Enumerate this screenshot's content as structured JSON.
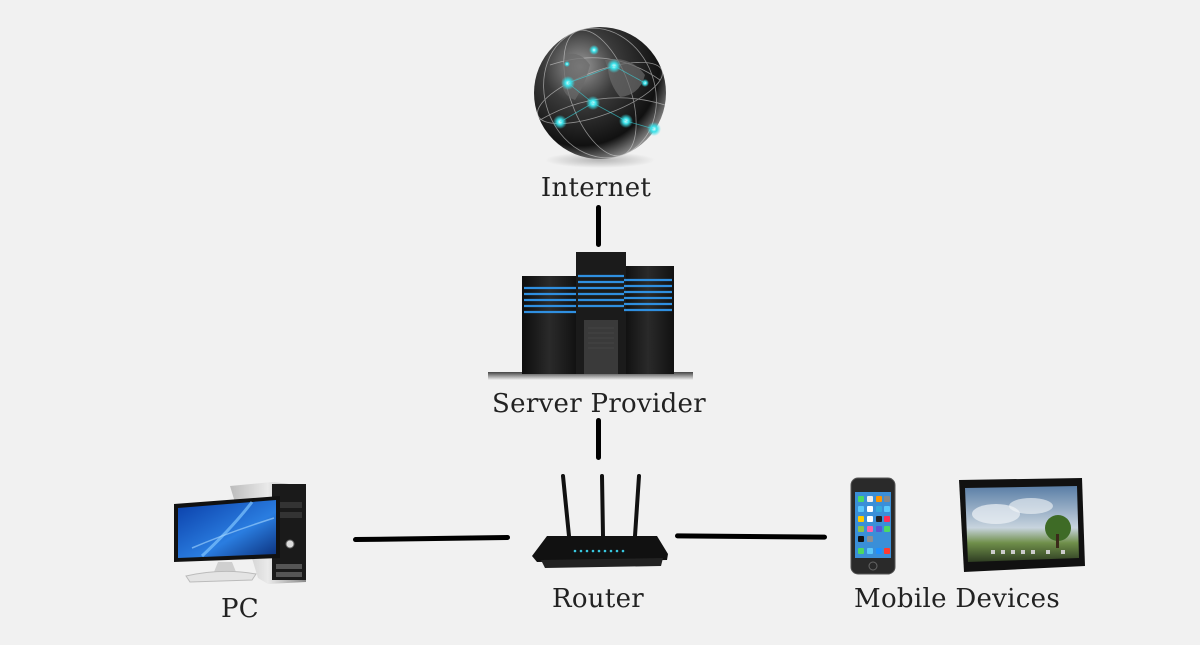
{
  "diagram": {
    "type": "network-topology",
    "nodes": [
      {
        "id": "internet",
        "label": "Internet",
        "icon": "globe-icon"
      },
      {
        "id": "server",
        "label": "Server Provider",
        "icon": "server-rack-icon"
      },
      {
        "id": "router",
        "label": "Router",
        "icon": "router-icon"
      },
      {
        "id": "pc",
        "label": "PC",
        "icon": "desktop-computer-icon"
      },
      {
        "id": "mobile",
        "label": "Mobile Devices",
        "icon": "smartphone-tablet-icon"
      }
    ],
    "edges": [
      {
        "from": "internet",
        "to": "server"
      },
      {
        "from": "server",
        "to": "router"
      },
      {
        "from": "pc",
        "to": "router"
      },
      {
        "from": "router",
        "to": "mobile"
      }
    ]
  },
  "colors": {
    "background": "#f1f1f1",
    "connector": "#000000",
    "accent_glow": "#38e0e8",
    "server_stripe": "#2f8fe0",
    "label_text": "#222222"
  }
}
